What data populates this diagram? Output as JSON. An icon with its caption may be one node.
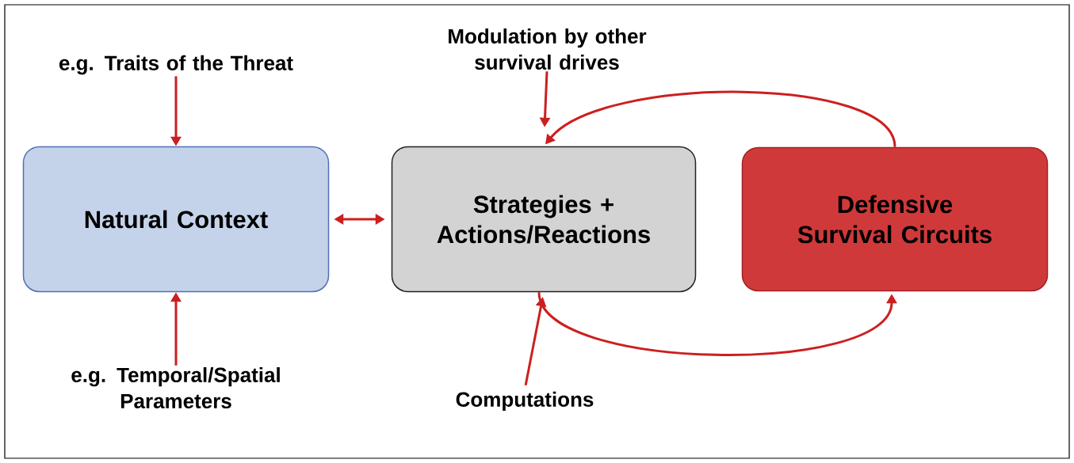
{
  "diagram": {
    "nodes": [
      {
        "text": [
          "e.g. Traits of the Threat"
        ]
      },
      {
        "text": [
          "Natural Context"
        ]
      },
      {
        "text": [
          "e.g. Temporal/Spatial Parameters"
        ]
      },
      {
        "text": [
          "Modulation by other survival drives"
        ]
      },
      {
        "text": [
          "Strategies + Actions/Reactions"
        ]
      },
      {
        "text": [
          "Computations"
        ]
      },
      {
        "text": [
          "Defensive Survival Circuits"
        ]
      }
    ],
    "edges": [
      {
        "from": 0,
        "to": 1,
        "arrow": "to"
      },
      {
        "from": 2,
        "to": 1,
        "arrow": "to"
      },
      {
        "from": 1,
        "to": 4,
        "arrow": "both"
      },
      {
        "from": 3,
        "to": 4,
        "arrow": "to"
      },
      {
        "from": 5,
        "to": 4,
        "arrow": "to"
      },
      {
        "from": 6,
        "to": 4,
        "arrow": "to"
      },
      {
        "from": 4,
        "to": 6,
        "arrow": "to"
      }
    ]
  }
}
